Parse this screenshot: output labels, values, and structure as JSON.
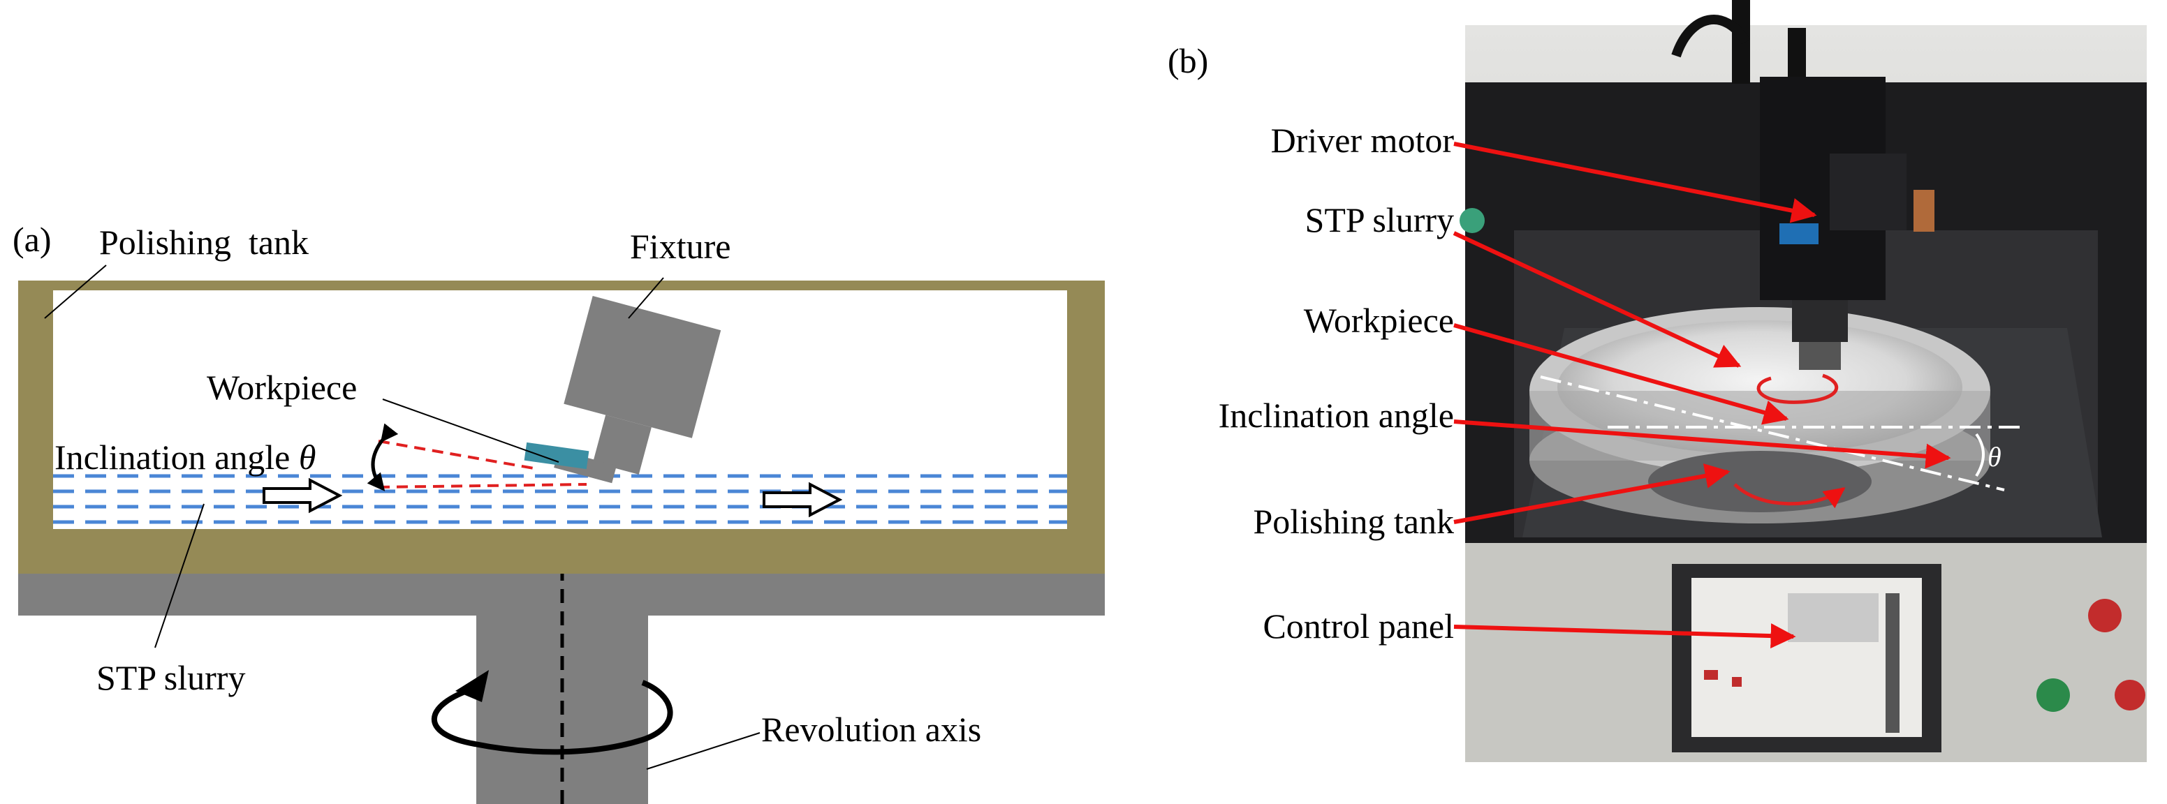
{
  "panel_a": {
    "label": "(a)",
    "polishing_tank": "Polishing  tank",
    "fixture": "Fixture",
    "workpiece": "Workpiece",
    "inclination_angle": "Inclination angle ",
    "theta": "θ",
    "stp_slurry": "STP slurry",
    "revolution_axis": "Revolution axis"
  },
  "panel_b": {
    "label": "(b)",
    "driver_motor": "Driver motor",
    "stp_slurry": "STP slurry",
    "workpiece": "Workpiece",
    "inclination_angle": "Inclination angle",
    "polishing_tank": "Polishing tank",
    "control_panel": "Control panel",
    "theta": "θ"
  },
  "colors": {
    "tank": "#958a56",
    "shaft": "#7f7f7f",
    "fixture": "#7f7f7f",
    "workpiece": "#3b8fa3",
    "slurry_dash": "#4a86d6",
    "red_line": "#e02020",
    "arrow": "#ee1111"
  }
}
